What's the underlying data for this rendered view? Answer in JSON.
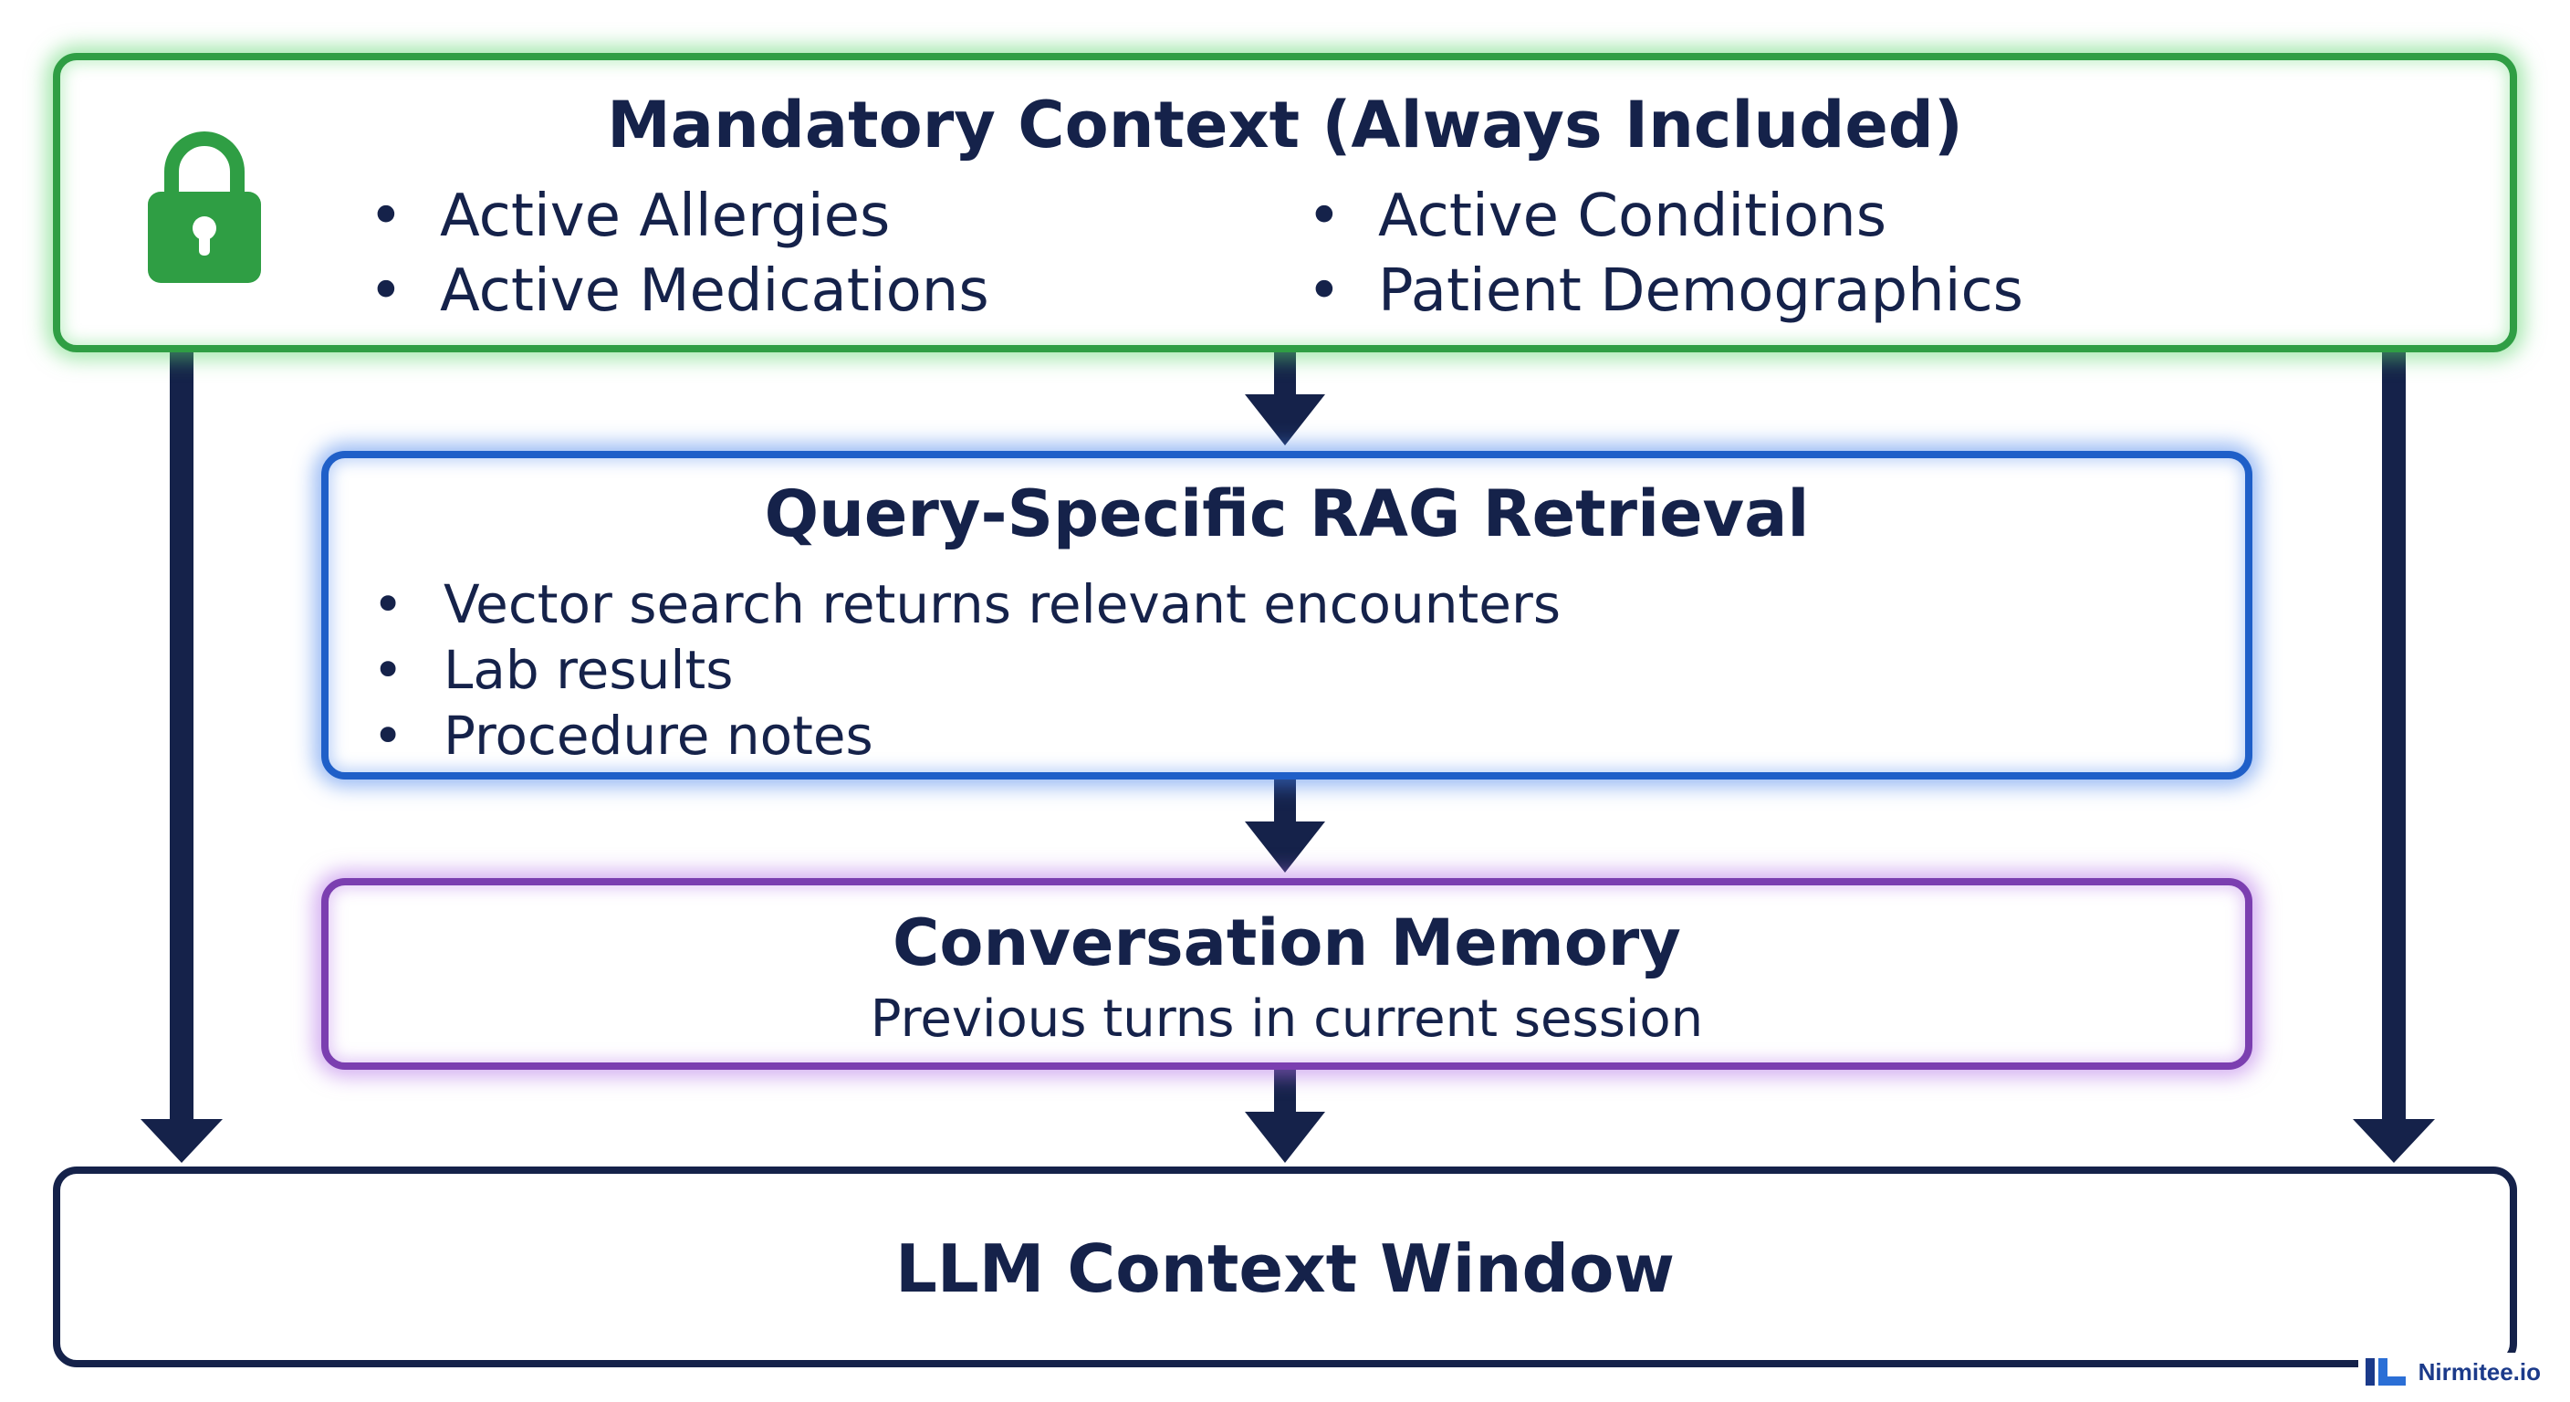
{
  "mandatory": {
    "title": "Mandatory Context (Always Included)",
    "items_left": [
      "Active Allergies",
      "Active Medications"
    ],
    "items_right": [
      "Active Conditions",
      "Patient Demographics"
    ],
    "icon": "lock-icon",
    "color": "#2f9e44"
  },
  "rag": {
    "title": "Query-Specific RAG Retrieval",
    "items": [
      "Vector search returns relevant encounters",
      "Lab results",
      "Procedure notes"
    ],
    "color": "#1f5fc8"
  },
  "memory": {
    "title": "Conversation Memory",
    "subtitle": "Previous turns in current session",
    "color": "#7b3fb0"
  },
  "llm": {
    "title": "LLM Context Window",
    "color": "#15224a"
  },
  "logo": {
    "text": "Nirmitee.io",
    "icon": "nirmitee-logo-icon"
  }
}
